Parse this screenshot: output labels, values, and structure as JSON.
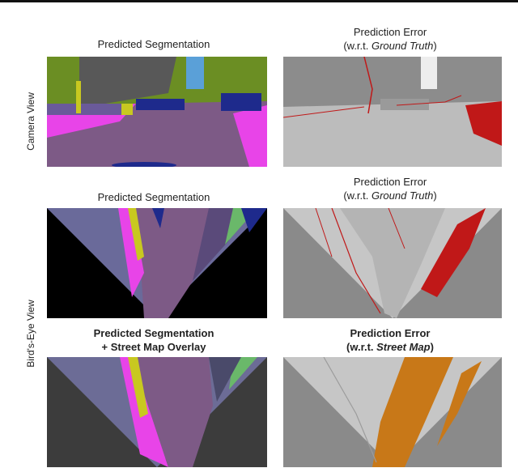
{
  "side_labels": {
    "camera": "Camera View",
    "birds_eye": "Bird's-Eye View"
  },
  "captions": {
    "row1_left": "Predicted Segmentation",
    "row1_right_line1": "Prediction Error",
    "row1_right_line2_prefix": "(w.r.t. ",
    "row1_right_line2_em": "Ground Truth",
    "row1_right_line2_suffix": ")",
    "row2_left": "Predicted Segmentation",
    "row2_right_line1": "Prediction Error",
    "row2_right_line2_prefix": "(w.r.t. ",
    "row2_right_line2_em": "Ground Truth",
    "row2_right_line2_suffix": ")",
    "row3_left_line1": "Predicted Segmentation",
    "row3_left_line2": "+ Street Map Overlay",
    "row3_right_line1": "Prediction Error",
    "row3_right_line2_prefix": "(w.r.t. ",
    "row3_right_line2_em": "Street Map",
    "row3_right_line2_suffix": ")"
  },
  "colors": {
    "road": "#7d5a86",
    "sidewalk": "#e844e8",
    "vegetation": "#6b8e23",
    "car": "#1e2a8c",
    "building": "#505050",
    "error_red": "#c01818",
    "error_orange": "#c87818",
    "background_gray": "#8a8a8a"
  }
}
